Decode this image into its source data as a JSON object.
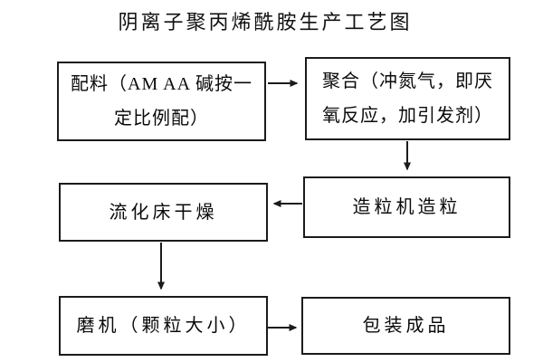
{
  "title": "阴离子聚丙烯酰胺生产工艺图",
  "flowchart": {
    "nodes": [
      {
        "id": "batching",
        "lines": [
          "配料（AM AA 碱按一",
          "定比例配）"
        ]
      },
      {
        "id": "polymerization",
        "lines": [
          "聚合（冲氮气，即厌",
          "氧反应，加引发剂）"
        ]
      },
      {
        "id": "granulation",
        "lines": [
          "造粒机造粒"
        ]
      },
      {
        "id": "fluidized-bed-drying",
        "lines": [
          "流化床干燥"
        ]
      },
      {
        "id": "milling",
        "lines": [
          "磨机（颗粒大小）"
        ]
      },
      {
        "id": "packaging",
        "lines": [
          "包装成品"
        ]
      }
    ],
    "edges": [
      {
        "from": "batching",
        "to": "polymerization",
        "direction": "right"
      },
      {
        "from": "polymerization",
        "to": "granulation",
        "direction": "down"
      },
      {
        "from": "granulation",
        "to": "fluidized-bed-drying",
        "direction": "left"
      },
      {
        "from": "fluidized-bed-drying",
        "to": "milling",
        "direction": "down"
      },
      {
        "from": "milling",
        "to": "packaging",
        "direction": "right"
      }
    ]
  },
  "colors": {
    "box_border": "#1b1b1b",
    "arrow": "#1b1b1b",
    "background": "#ffffff",
    "text": "#0a0a0a"
  }
}
